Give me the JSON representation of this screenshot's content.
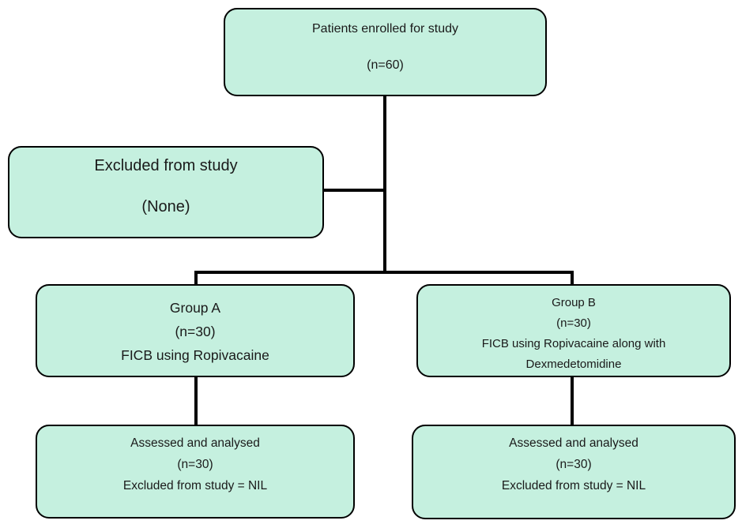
{
  "colors": {
    "page_bg": "#ffffff",
    "box_fill": "#c5f0df",
    "box_border": "#000000",
    "line_color": "#000000",
    "text_color": "#1a1a1a"
  },
  "diagram": {
    "type": "flowchart",
    "description": "Patient enrollment flow diagram",
    "nodes": {
      "enrolled": {
        "lines": [
          "Patients enrolled for study",
          "(n=60)"
        ]
      },
      "excluded": {
        "lines": [
          "Excluded from study",
          "(None)"
        ]
      },
      "group_a": {
        "lines": [
          "Group A",
          "(n=30)",
          "FICB using Ropivacaine"
        ]
      },
      "group_b": {
        "lines": [
          "Group B",
          "(n=30)",
          "FICB using Ropivacaine along with",
          "Dexmedetomidine"
        ]
      },
      "assessed_a": {
        "lines": [
          "Assessed and analysed",
          "(n=30)",
          "Excluded from study = NIL"
        ]
      },
      "assessed_b": {
        "lines": [
          "Assessed and analysed",
          "(n=30)",
          "Excluded from study = NIL"
        ]
      }
    },
    "edges": [
      {
        "from": "enrolled",
        "to": "branch-point",
        "style": "vertical"
      },
      {
        "from": "branch-point",
        "to": "excluded",
        "style": "horizontal"
      },
      {
        "from": "branch-point",
        "to": "group_a",
        "style": "elbow"
      },
      {
        "from": "branch-point",
        "to": "group_b",
        "style": "elbow"
      },
      {
        "from": "group_a",
        "to": "assessed_a",
        "style": "vertical"
      },
      {
        "from": "group_b",
        "to": "assessed_b",
        "style": "vertical"
      }
    ]
  }
}
